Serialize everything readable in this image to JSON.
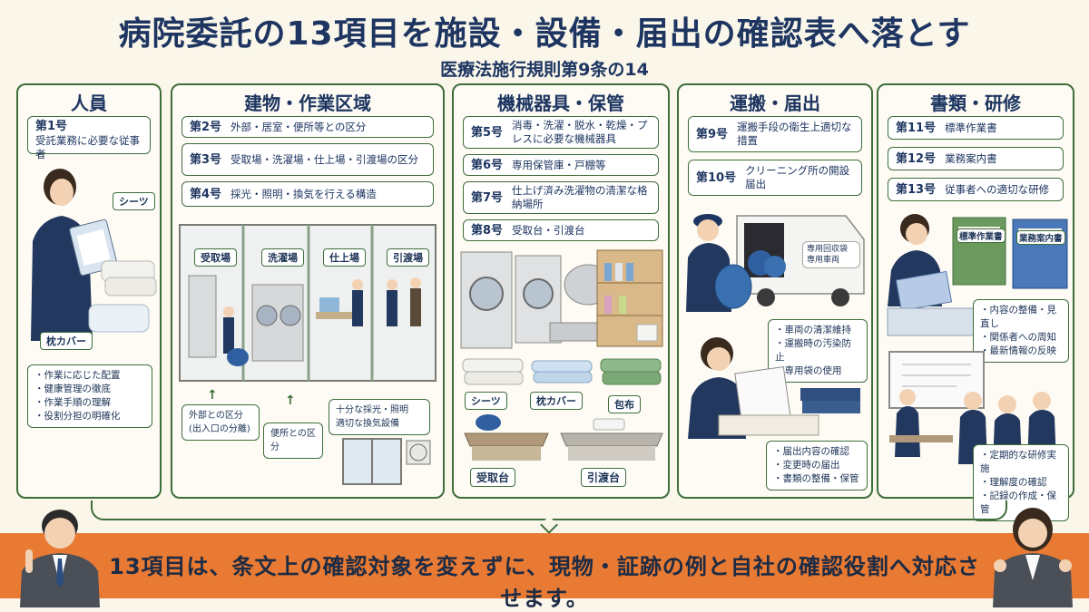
{
  "title": "病院委託の13項目を施設・設備・届出の確認表へ落とす",
  "subtitle": "医療法施行規則第9条の14",
  "columns": {
    "staff": {
      "heading": "人員",
      "item1_num": "第1号",
      "item1_text": "受託業務に必要な従事者",
      "tag_sheet": "シーツ",
      "tag_pillow": "枕カバー",
      "notes": [
        "作業に応じた配置",
        "健康管理の徹底",
        "作業手順の理解",
        "役割分担の明確化"
      ]
    },
    "building": {
      "heading": "建物・作業区域",
      "item2_num": "第2号",
      "item2_text": "外部・居室・便所等との区分",
      "item3_num": "第3号",
      "item3_text": "受取場・洗濯場・仕上場・引渡場の区分",
      "item4_num": "第4号",
      "item4_text": "採光・照明・換気を行える構造",
      "zones": [
        "受取場",
        "洗濯場",
        "仕上場",
        "引渡場"
      ],
      "note_outside": "外部との区分\n(出入口の分離)",
      "note_toilet": "便所との区分",
      "note_light": "十分な採光・照明\n適切な換気設備"
    },
    "machines": {
      "heading": "機械器具・保管",
      "item5_num": "第5号",
      "item5_text": "消毒・洗濯・脱水・乾燥・プレスに必要な機械器具",
      "item6_num": "第6号",
      "item6_text": "専用保管庫・戸棚等",
      "item7_num": "第7号",
      "item7_text": "仕上げ済み洗濯物の清潔な格納場所",
      "item8_num": "第8号",
      "item8_text": "受取台・引渡台",
      "tag_sheet": "シーツ",
      "tag_pillow": "枕カバー",
      "tag_cloth": "包布",
      "tag_receive": "受取台",
      "tag_deliver": "引渡台"
    },
    "transport": {
      "heading": "運搬・届出",
      "item9_num": "第9号",
      "item9_text": "運搬手段の衛生上適切な措置",
      "item10_num": "第10号",
      "item10_text": "クリーニング所の開設届出",
      "van_label": "専用回収袋\n専用車両",
      "notes_vehicle": [
        "車両の清潔維持",
        "運搬時の汚染防止",
        "専用袋の使用"
      ],
      "notes_filing": [
        "届出内容の確認",
        "変更時の届出",
        "書類の整備・保管"
      ]
    },
    "docs": {
      "heading": "書類・研修",
      "item11_num": "第11号",
      "item11_text": "標準作業書",
      "item12_num": "第12号",
      "item12_text": "業務案内書",
      "item13_num": "第13号",
      "item13_text": "従事者への適切な研修",
      "binder1": "標準作業書",
      "binder2": "業務案内書",
      "notes_docs": [
        "内容の整備・見直し",
        "関係者への周知",
        "最新情報の反映"
      ],
      "notes_training": [
        "定期的な研修実施",
        "理解度の確認",
        "記録の作成・保管"
      ]
    }
  },
  "banner": "13項目は、条文上の確認対象を変えずに、現物・証跡の例と自社の確認役割へ対応させます。",
  "colors": {
    "accent_green": "#3e6e3a",
    "navy": "#1d3560",
    "banner_orange": "#e87a33",
    "background": "#faf6ea"
  }
}
